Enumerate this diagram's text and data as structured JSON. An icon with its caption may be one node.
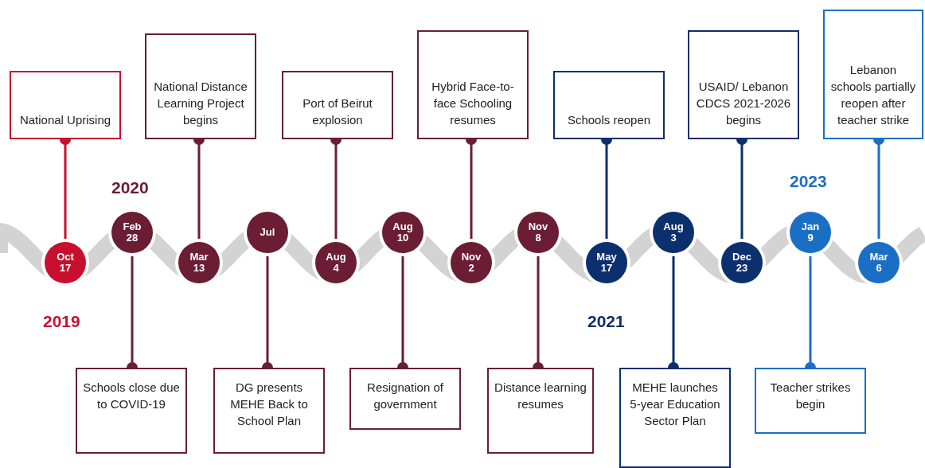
{
  "diagram": {
    "nodes": [
      {
        "text": [
          "Oct 17"
        ]
      },
      {
        "text": [
          "National Uprising"
        ]
      },
      {
        "text": [
          "Feb 28"
        ]
      },
      {
        "text": [
          "Schools close due to COVID-19"
        ]
      },
      {
        "text": [
          "Mar 13"
        ]
      },
      {
        "text": [
          "National Distance Learning Project begins"
        ]
      },
      {
        "text": [
          "Jul"
        ]
      },
      {
        "text": [
          "DG presents MEHE Back to School Plan"
        ]
      },
      {
        "text": [
          "Aug 4"
        ]
      },
      {
        "text": [
          "Port of Beirut explosion"
        ]
      },
      {
        "text": [
          "Aug 10"
        ]
      },
      {
        "text": [
          "Resignation of government"
        ]
      },
      {
        "text": [
          "Nov 2"
        ]
      },
      {
        "text": [
          "Hybrid Face-to-face Schooling resumes"
        ]
      },
      {
        "text": [
          "Nov 8"
        ]
      },
      {
        "text": [
          "Distance learning resumes"
        ]
      },
      {
        "text": [
          "May 17"
        ]
      },
      {
        "text": [
          "Schools reopen"
        ]
      },
      {
        "text": [
          "Aug 3"
        ]
      },
      {
        "text": [
          "MEHE launches 5-year Education Sector Plan"
        ]
      },
      {
        "text": [
          "Dec 23"
        ]
      },
      {
        "text": [
          "USAID/ Lebanon CDCS 2021-2026 begins"
        ]
      },
      {
        "text": [
          "Jan 9"
        ]
      },
      {
        "text": [
          "Teacher strikes begin"
        ]
      },
      {
        "text": [
          "Mar 6"
        ]
      },
      {
        "text": [
          "Lebanon schools partially reopen after teacher strike"
        ]
      }
    ],
    "edges": [
      {
        "from": 0,
        "to": 1,
        "arrow": "other",
        "color": "#c8102e"
      },
      {
        "from": 2,
        "to": 3,
        "arrow": "other"
      },
      {
        "from": 4,
        "to": 5,
        "arrow": "other"
      },
      {
        "from": 6,
        "to": 7,
        "arrow": "other"
      },
      {
        "from": 8,
        "to": 9,
        "arrow": "other"
      },
      {
        "from": 10,
        "to": 11,
        "arrow": "other"
      },
      {
        "from": 12,
        "to": 13,
        "arrow": "other"
      },
      {
        "from": 14,
        "to": 15,
        "arrow": "other"
      },
      {
        "from": 16,
        "to": 17,
        "arrow": "other",
        "color": "#0c2f6e"
      },
      {
        "from": 18,
        "to": 19,
        "arrow": "other",
        "color": "#0c2f6e"
      },
      {
        "from": 20,
        "to": 21,
        "arrow": "other",
        "color": "#0c2f6e"
      },
      {
        "from": 22,
        "to": 23,
        "arrow": "other",
        "color": "#1a6fc4"
      },
      {
        "from": 24,
        "to": 25,
        "arrow": "other",
        "color": "#1a6fc4"
      }
    ],
    "labels": [
      "2020",
      "2023",
      "2019",
      "2021"
    ]
  }
}
